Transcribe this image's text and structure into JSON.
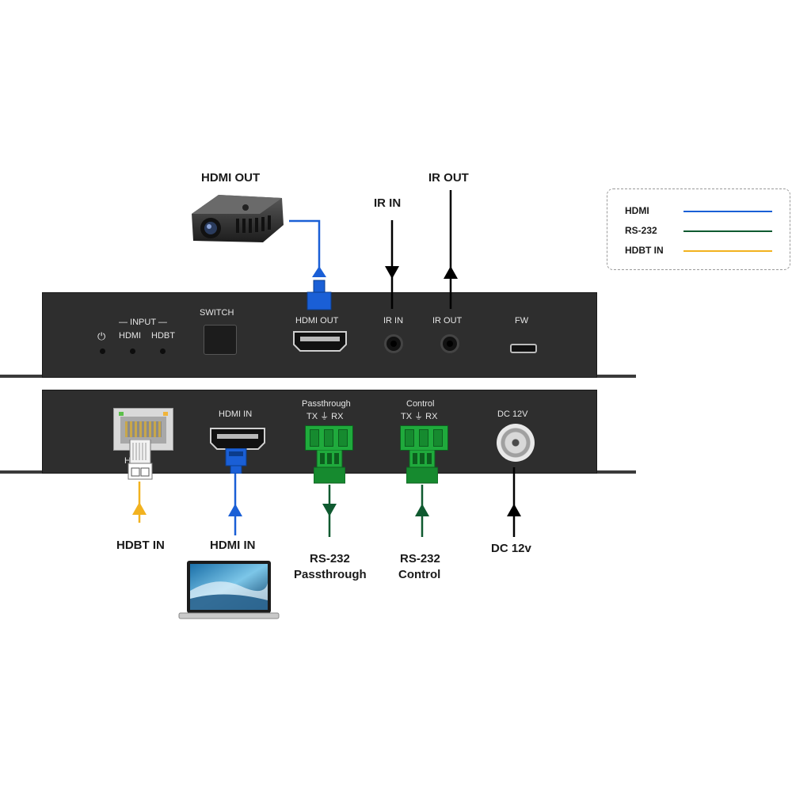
{
  "colors": {
    "hdmi": "#1a5fd6",
    "rs232": "#0f5a30",
    "hdbt": "#f2b21f",
    "power_ir": "#000000"
  },
  "labels": {
    "hdmi_out_top": "HDMI OUT",
    "ir_in_top": "IR IN",
    "ir_out_top": "IR OUT",
    "hdbt_in": "HDBT IN",
    "hdmi_in": "HDMI IN",
    "rs232_pass_1": "RS-232",
    "rs232_pass_2": "Passthrough",
    "rs232_ctrl_1": "RS-232",
    "rs232_ctrl_2": "Control",
    "dc": "DC 12v"
  },
  "legend": [
    {
      "label": "HDMI",
      "color": "#1a5fd6"
    },
    {
      "label": "RS-232",
      "color": "#0f5a30"
    },
    {
      "label": "HDBT IN",
      "color": "#f2b21f"
    }
  ],
  "front_panel": {
    "input": "— INPUT —",
    "hdmi": "HDMI",
    "hdbt": "HDBT",
    "switch": "SWITCH",
    "hdmi_out": "HDMI OUT",
    "ir_in": "IR IN",
    "ir_out": "IR OUT",
    "fw": "FW",
    "power_icon": "power-icon"
  },
  "rear_panel": {
    "hdmi_in": "HDMI IN",
    "passthrough": "Passthrough",
    "passthrough_pins": "TX  ⏚  RX",
    "control": "Control",
    "control_pins": "TX  ⏚  RX",
    "dc": "DC 12V",
    "hdbt_partial": "H    IN"
  }
}
